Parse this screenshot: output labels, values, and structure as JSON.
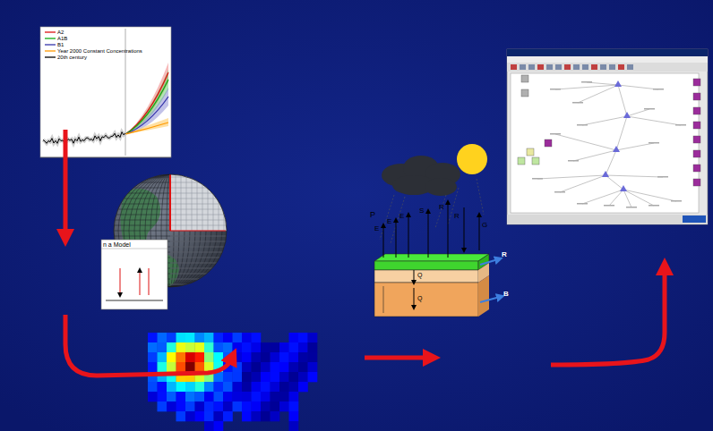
{
  "diagram": {
    "labels": [
      "n a Model",
      "P",
      "E",
      "E",
      "E",
      "S",
      "R",
      "R",
      "G",
      "R",
      "Q",
      "Q",
      "B"
    ],
    "legend": [
      {
        "text": "A2"
      },
      {
        "text": "A1B"
      },
      {
        "text": "B1"
      },
      {
        "text": "Year 2000 Constant Concentrations"
      },
      {
        "text": "20th century"
      }
    ]
  }
}
